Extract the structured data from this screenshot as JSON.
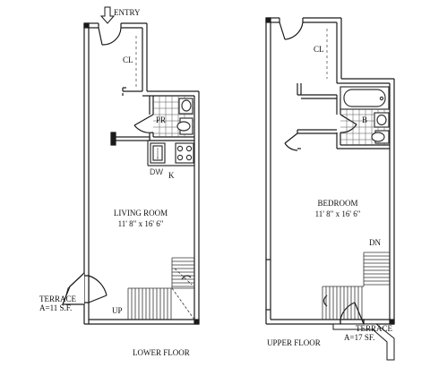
{
  "labels": {
    "entry": "ENTRY",
    "lower_closet": "CL",
    "powder_room": "PR",
    "dishwasher": "DW",
    "kitchen": "K",
    "living_room_name": "LIVING ROOM",
    "living_room_size": "11' 8\" x 16' 6\"",
    "lower_terrace_name": "TERRACE",
    "lower_terrace_area": "A=11 S.F.",
    "stair_up": "UP",
    "lower_floor": "LOWER FLOOR",
    "upper_closet": "CL",
    "bath": "B",
    "bedroom_name": "BEDROOM",
    "bedroom_size": "11' 8\" x 16' 6\"",
    "stair_down": "DN",
    "upper_terrace_name": "TERRACE",
    "upper_terrace_area": "A=17 SF.",
    "upper_floor": "UPPER FLOOR"
  },
  "colors": {
    "wall": "#1a1a1a",
    "wall_fill": "#ffffff",
    "fixture": "#333333",
    "dashed": "#555555"
  }
}
